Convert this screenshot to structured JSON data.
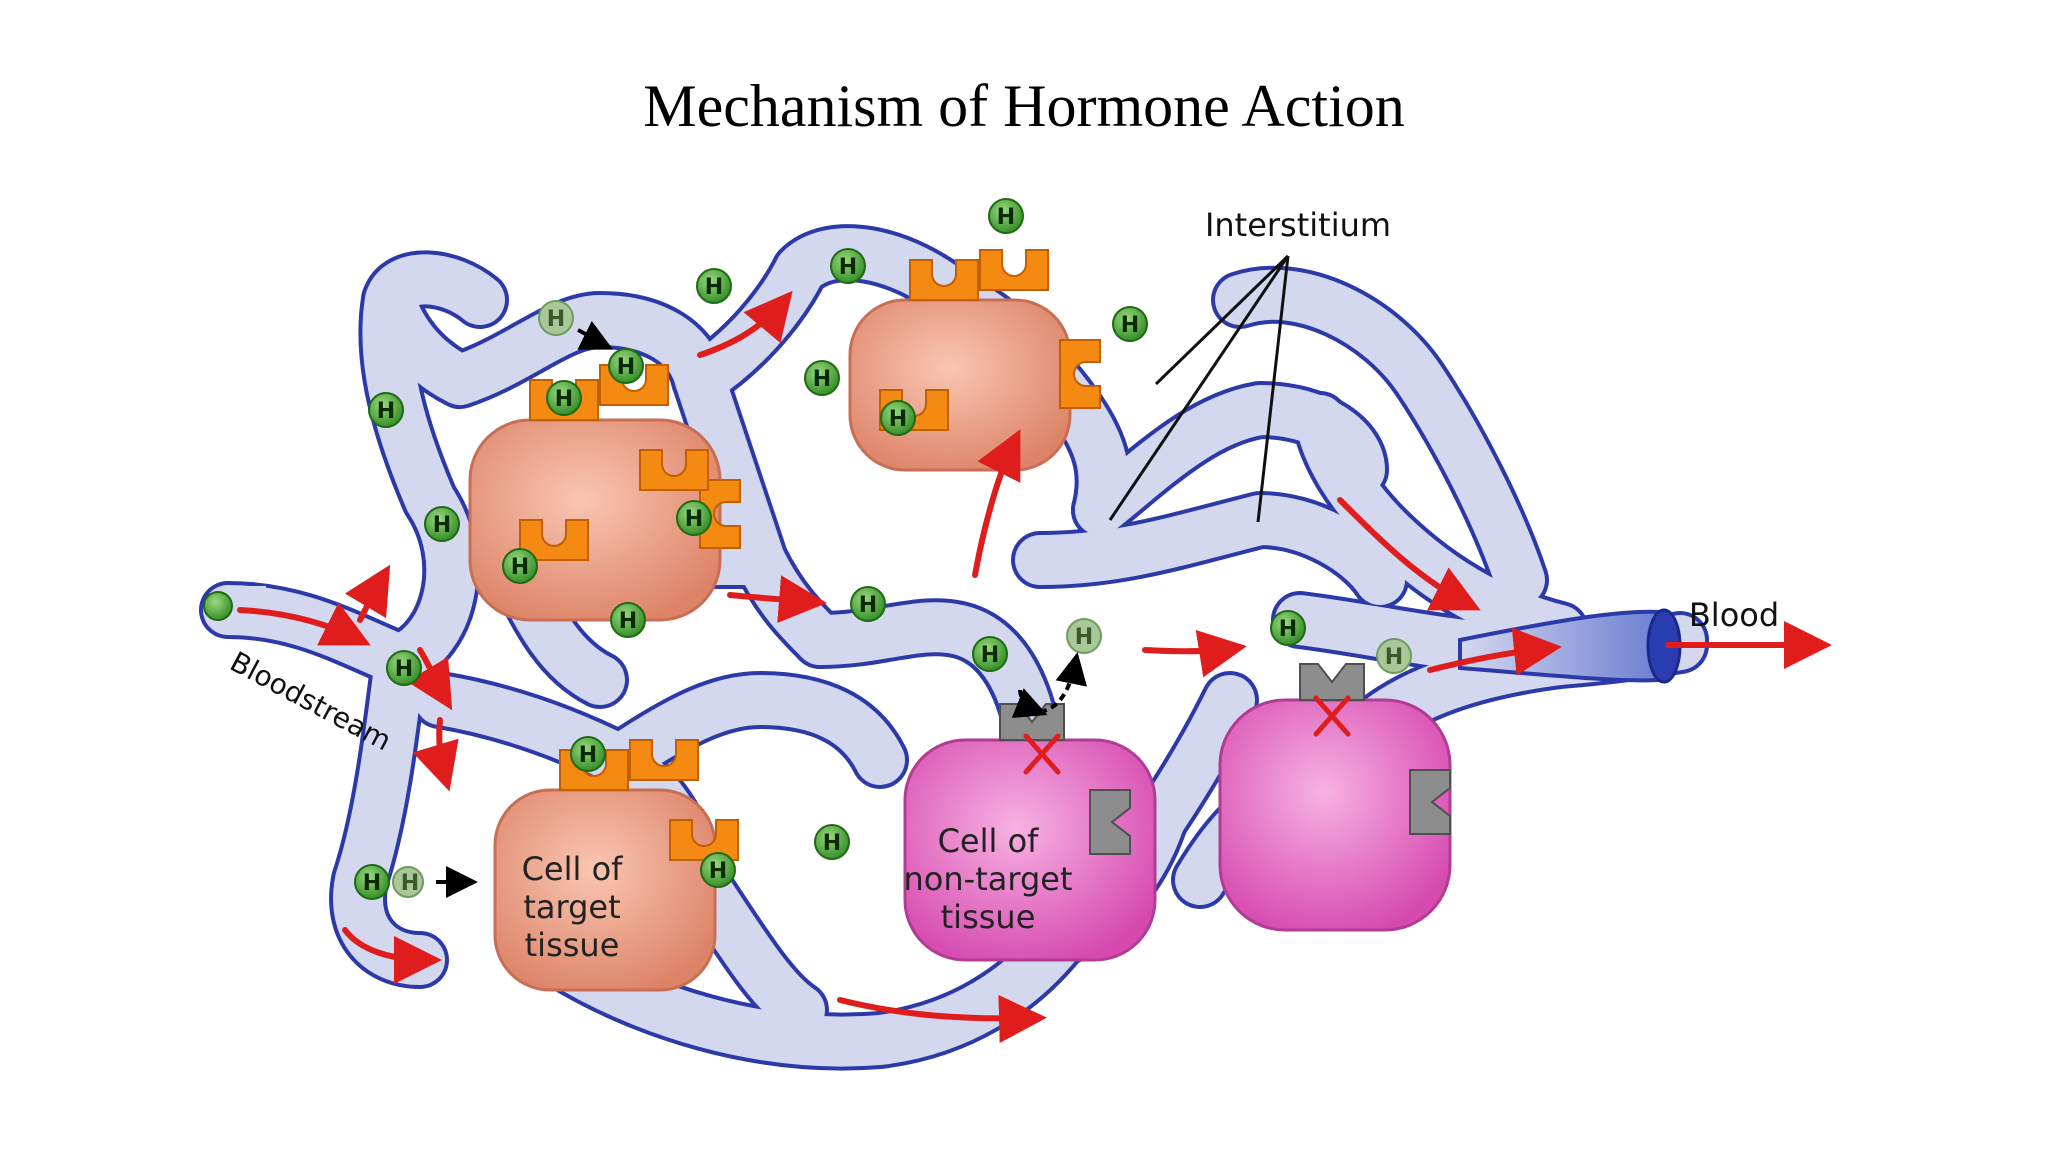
{
  "slide": {
    "title": "Mechanism of Hormone Action"
  },
  "labels": {
    "interstitium": "Interstitium",
    "blood": "Blood",
    "bloodstream": "Bloodstream",
    "target_cell": [
      "Cell of",
      "target",
      "tissue"
    ],
    "nontarget_cell": [
      "Cell of",
      "non-target",
      "tissue"
    ],
    "hormone": "H"
  },
  "colors": {
    "vessel_fill": "#d4d8ef",
    "vessel_stroke": "#2b3aa8",
    "flow_arrow": "#e01d1d",
    "target_cell": "#e8927a",
    "nontarget_cell": "#e25bbd",
    "receptor_orange": "#f58a12",
    "receptor_grey": "#8d8d8d",
    "hormone_green": "#3d9a2e",
    "hormone_unbound": "#a8c89a"
  }
}
